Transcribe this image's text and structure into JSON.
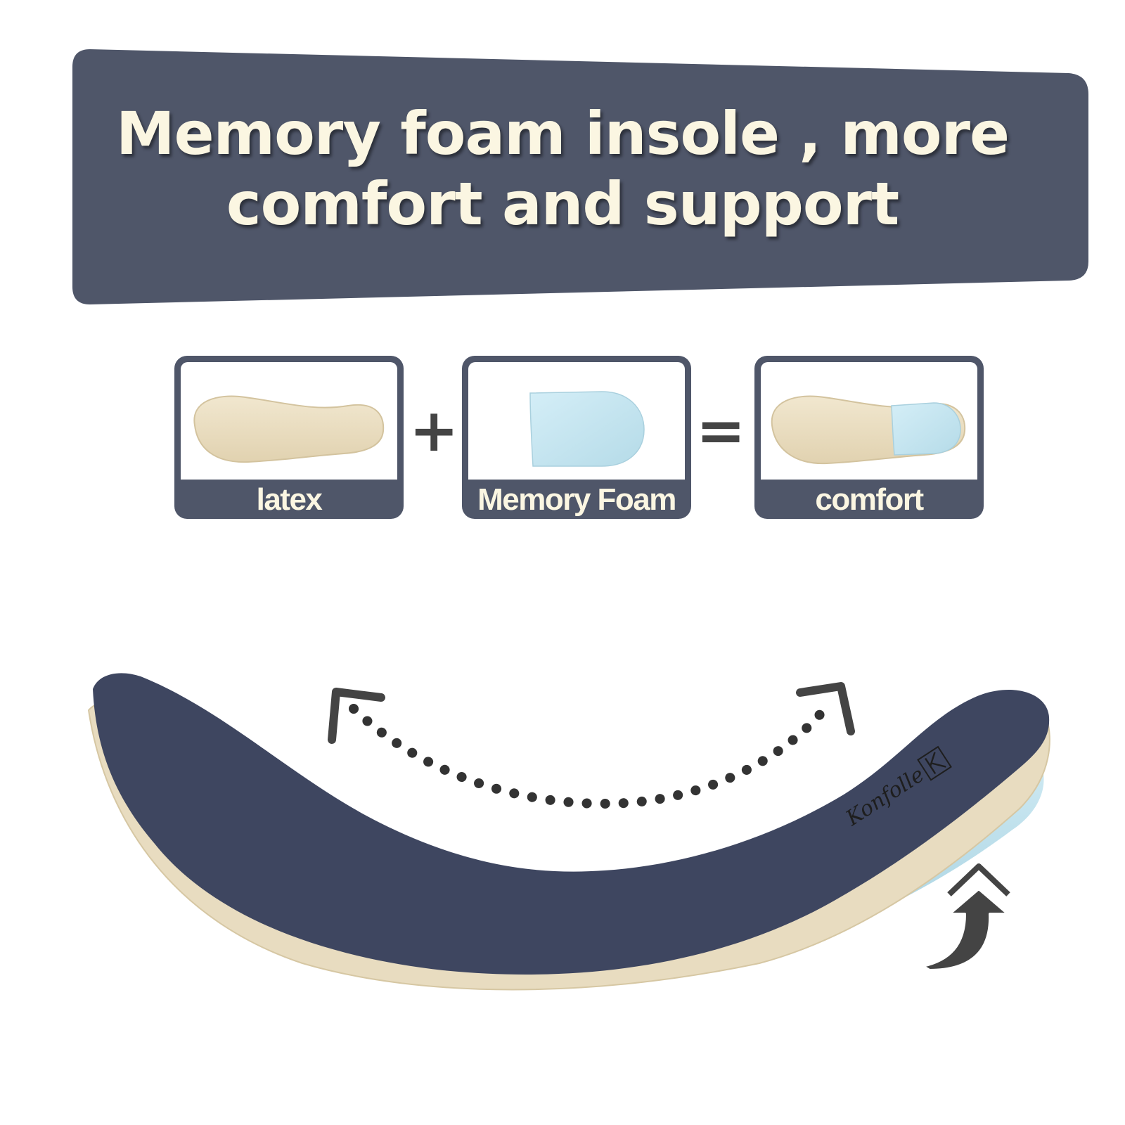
{
  "banner": {
    "title": "Memory foam insole , more comfort and support",
    "background_color": "#4f5669",
    "text_color": "#fbf6e2"
  },
  "formula": {
    "items": [
      {
        "label": "latex",
        "image": "latex-insole"
      },
      {
        "label": "Memory Foam",
        "image": "memory-foam-heel-pad"
      },
      {
        "label": "comfort",
        "image": "combined-insole"
      }
    ],
    "operators": [
      "+",
      "="
    ]
  },
  "insole": {
    "brand_mark": "Konfolle",
    "top_color": "#3e4660",
    "latex_color": "#e8dcc0",
    "foam_color": "#bfe2ee",
    "icons": [
      "flex-arrow-icon",
      "heel-support-arrow-icon"
    ]
  }
}
